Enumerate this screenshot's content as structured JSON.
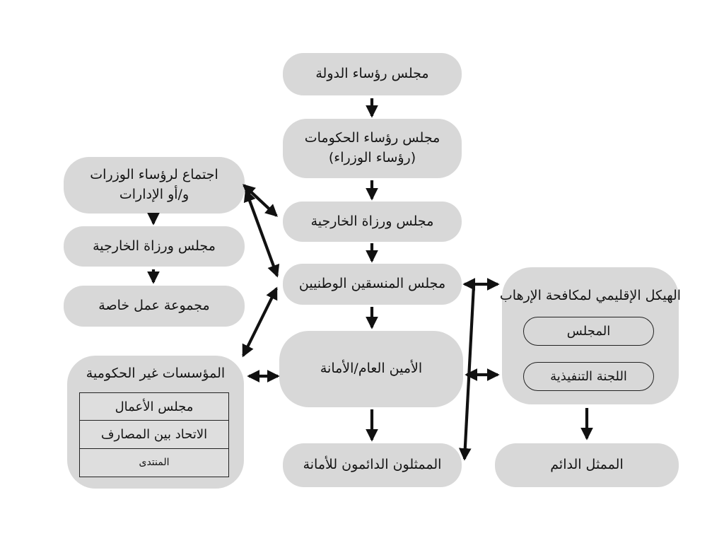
{
  "nodes": {
    "heads_of_state": "مجلس رؤساء الدولة",
    "heads_of_government": "مجلس رؤساء الحكومات\n(رؤساء الوزراء)",
    "foreign_ministers_center": "مجلس ورزاة الخارجية",
    "national_coordinators": "مجلس المنسقين الوطنيين",
    "secretary_general": "الأمين العام/الأمانة",
    "permanent_reps_secretariat": "الممثلون الدائمون للأمانة",
    "ministries_meeting": "اجتماع لرؤساء الوزرات\nو/أو الإدارات",
    "foreign_ministers_left": "مجلس ورزاة الخارجية",
    "special_working_group": "مجموعة عمل خاصة",
    "ngo": {
      "title": "المؤسسات غير الحكومية",
      "items": [
        "مجلس الأعمال",
        "الاتحاد بين المصارف",
        "المنتدى"
      ]
    },
    "rats": {
      "title": "الهيكل الإقليمي لمكافحة الإرهاب",
      "council": "المجلس",
      "executive_committee": "اللجنة التنفيذية"
    },
    "permanent_representative": "الممثل الدائم"
  },
  "colors": {
    "background": "#ffffff",
    "node_fill": "#d8d8d8",
    "inner_row_fill": "#dedede",
    "border": "#222222",
    "arrow": "#111111",
    "text": "#141414"
  }
}
